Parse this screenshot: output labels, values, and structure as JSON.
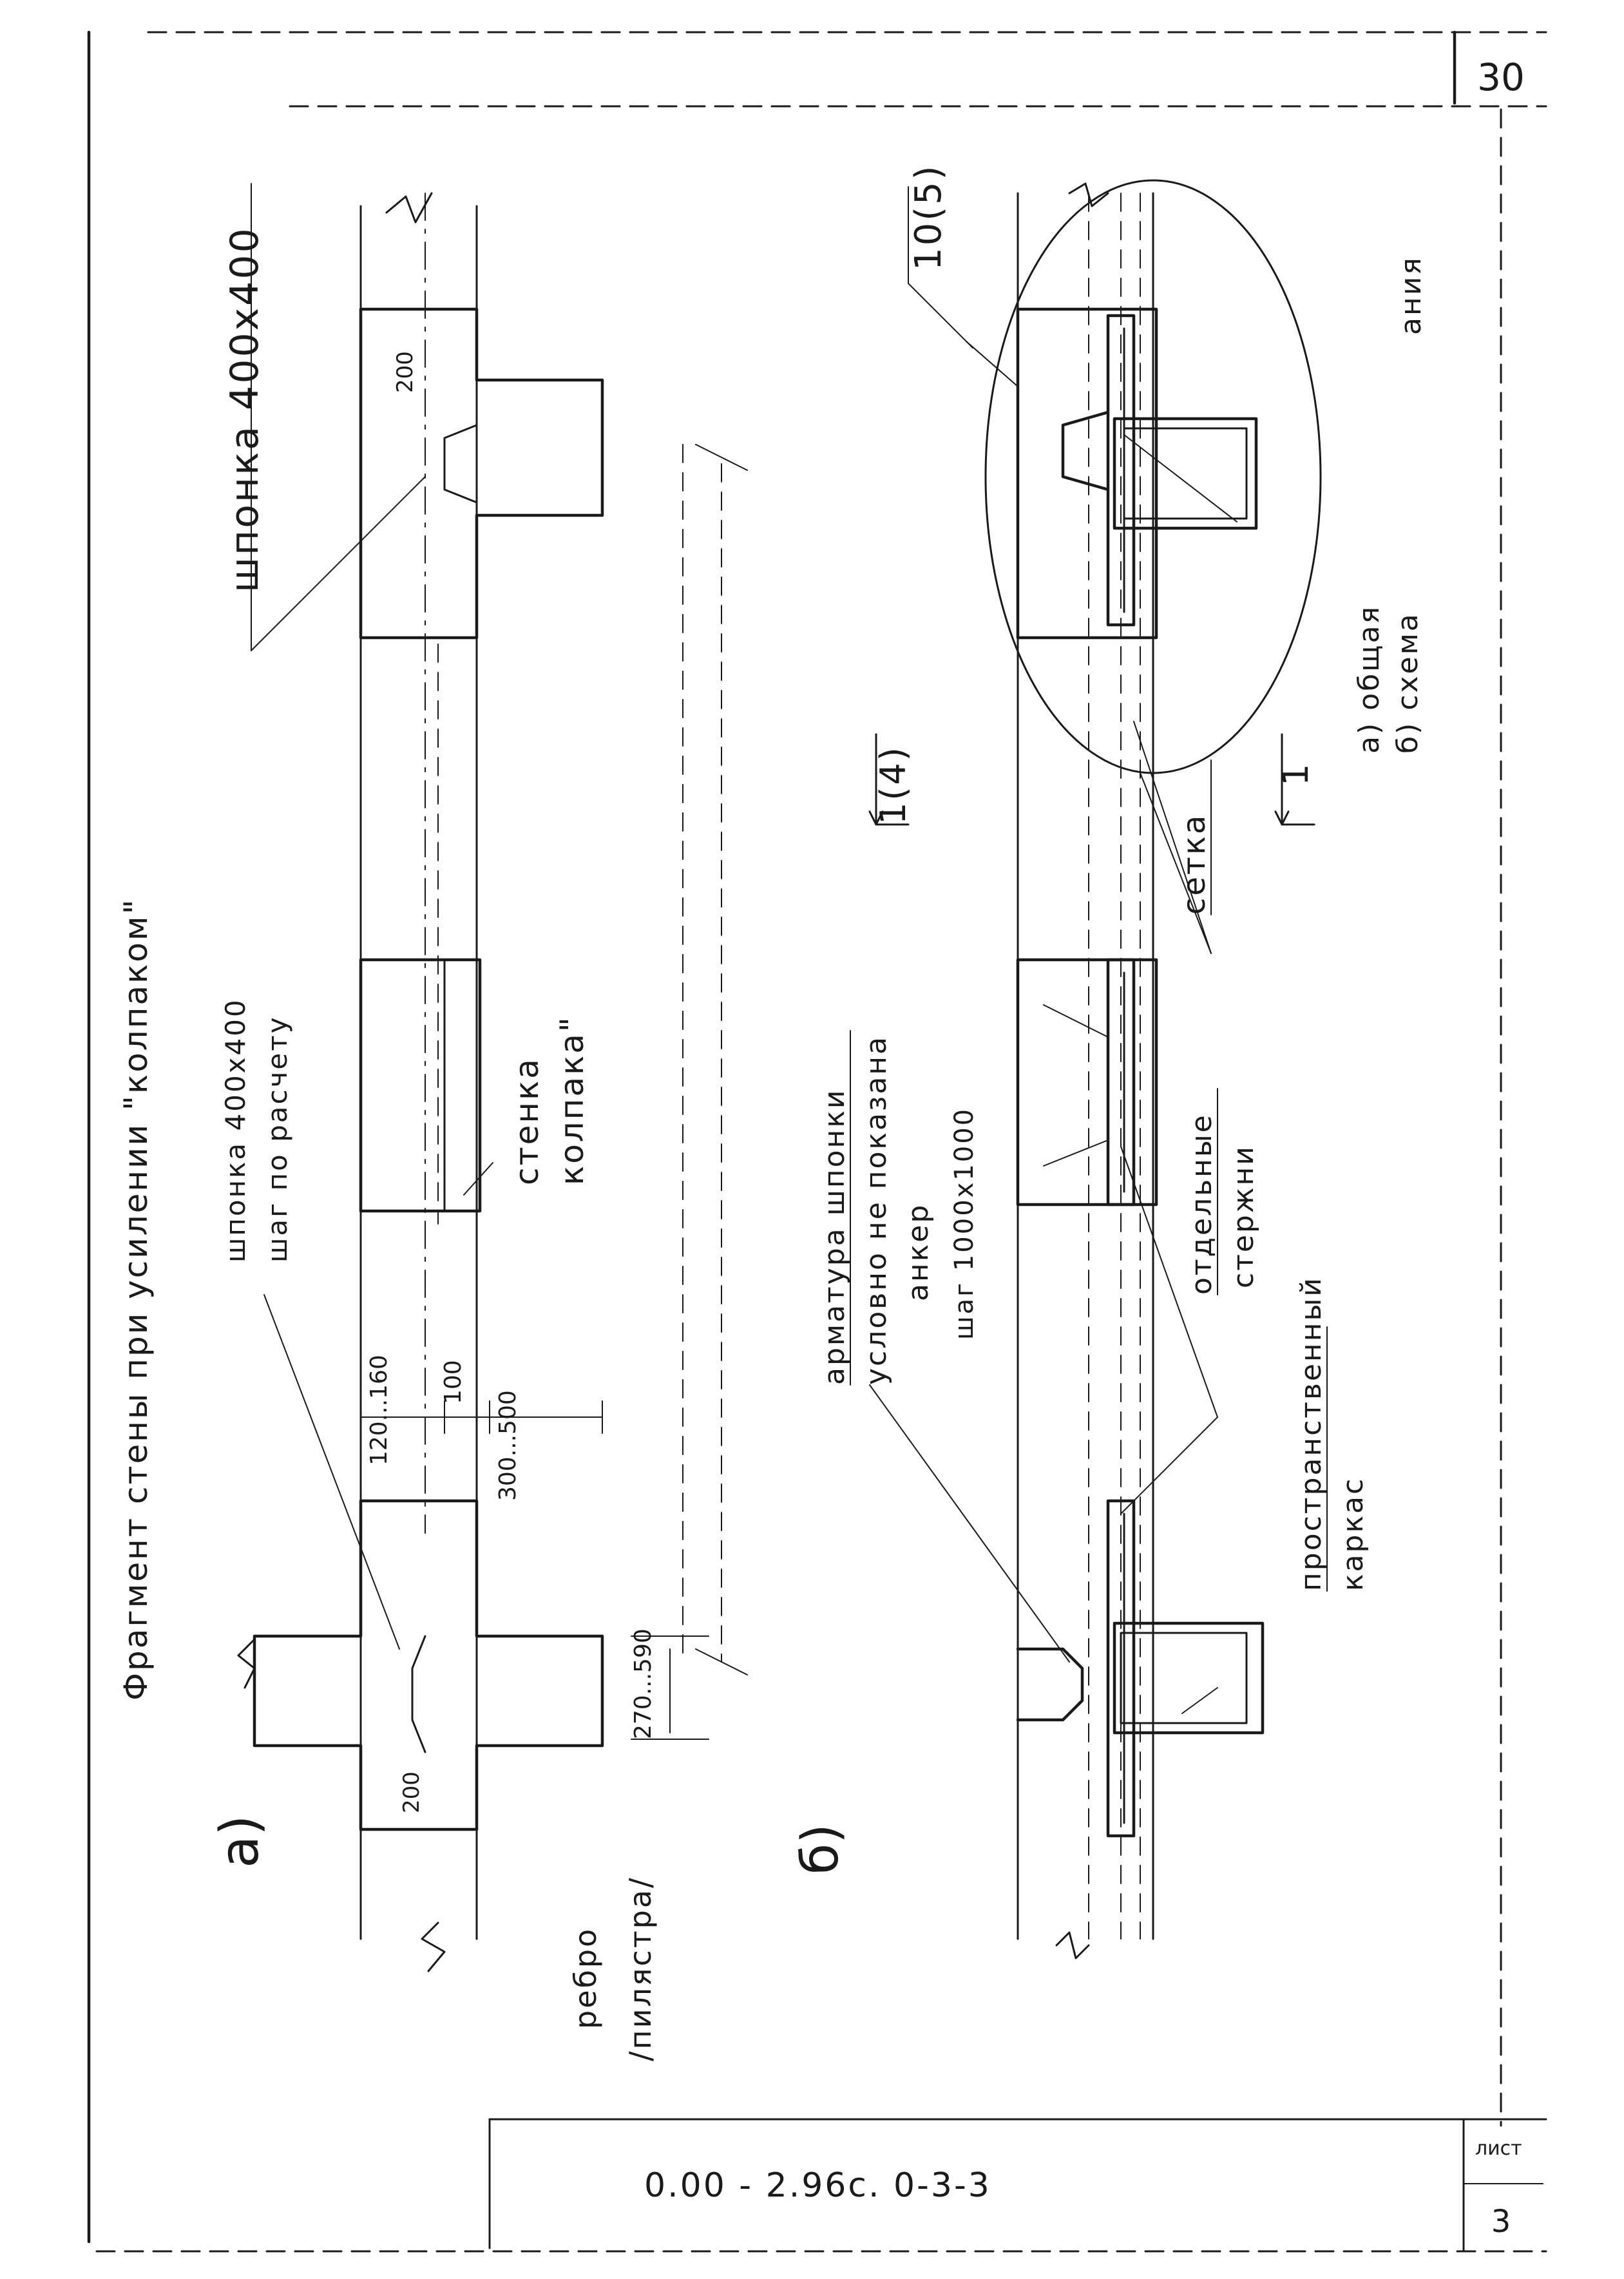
{
  "sheet_number_top": "30",
  "title": "Фрагмент стены при усилении \"колпаком\"",
  "part_a_label": "а)",
  "part_b_label": "б)",
  "labels": {
    "key_typical": "шпонка 400х400",
    "key_step": "шаг по расчету",
    "key_large": "шпонка 400х400",
    "rib": "ребро",
    "pilaster": "/пилястра/",
    "cap_wall_1": "стенка",
    "cap_wall_2": "колпака\"",
    "key_reinf_1": "арматура шпонки",
    "key_reinf_2": "условно не показана",
    "anchor_1": "анкер",
    "anchor_2": "шаг 1000х1000",
    "separate_bars_1": "отдельные",
    "separate_bars_2": "стержни",
    "spatial_frame_1": "пространственный",
    "spatial_frame_2": "каркас",
    "mesh": "сетка",
    "section_top": "1(4)",
    "section_bottom": "1",
    "detail_ref": "10(5)",
    "note_a": "а) общая",
    "note_b": "б) схема",
    "note_tail": "ания"
  },
  "dimensions": {
    "d1": "200",
    "d2": "100",
    "d3": "300...500",
    "d4": "120...160",
    "d5": "270...590",
    "d6": "200"
  },
  "stamp": {
    "code": "0.00 - 2.96с. 0-3-3",
    "sheet_label": "лист",
    "sheet_value": "3"
  }
}
